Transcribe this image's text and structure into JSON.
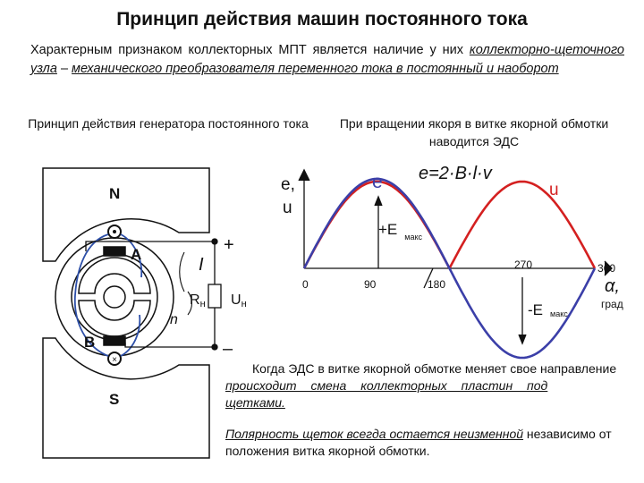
{
  "title": "Принцип действия машин постоянного тока",
  "intro": {
    "lead": "Характерным признаком коллекторных МПТ является наличие у них ",
    "emph1": "коллекторно-щеточного узла",
    "dash": " – ",
    "emph2": "механического преобразователя переменного тока в постоянный и наоборот"
  },
  "generator": {
    "heading": "Принцип действия генератора постоянного тока",
    "pole_north": "N",
    "pole_south": "S",
    "brush_a": "A",
    "brush_b": "B",
    "current": "I",
    "load": "R",
    "load_sub": "н",
    "voltage": "U",
    "voltage_sub": "н",
    "speed": "n",
    "plus": "+",
    "minus": "–"
  },
  "emf": {
    "heading": "При вращении якоря в витке якорной обмотки наводится ЭДС",
    "formula": "e=2·B·l·v",
    "axis_y_label_1": "e,",
    "axis_y_label_2": "u",
    "curve_e_label": "e",
    "curve_u_label": "u",
    "plus_e_max": "+E",
    "minus_e_max": "-E",
    "max_sub": "макс",
    "x_ticks": [
      "0",
      "90",
      "180",
      "270",
      "360"
    ],
    "x_label": "α,",
    "x_unit": "град",
    "colors": {
      "e_curve": "#3b3fa8",
      "u_curve": "#d42020",
      "winding": "#2d4fa8"
    }
  },
  "notes": {
    "para1_lead": "Когда ЭДС в витке якорной обмотке меняет свое направление ",
    "para1_emph": "происходит смена коллекторных пластин под щетками.",
    "para2_emph": "Полярность щеток всегда остается неизменной",
    "para2_tail": " независимо от положения витка якорной обмотки."
  }
}
